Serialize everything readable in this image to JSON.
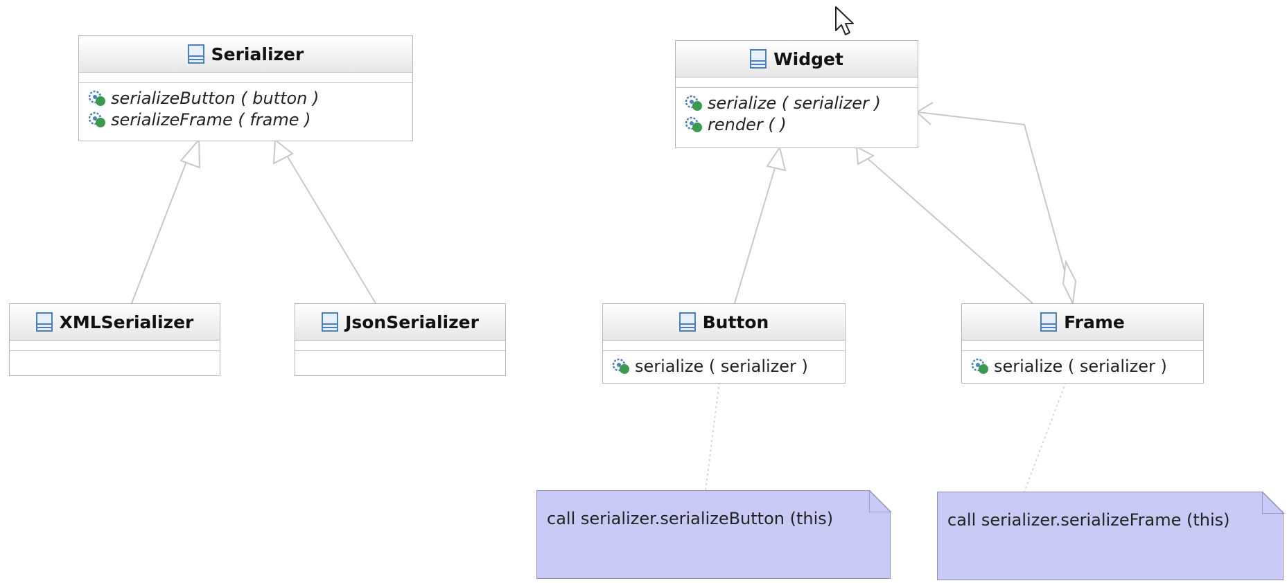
{
  "colors": {
    "border": "#b8b8b8",
    "note_fill": "#c9c9f5",
    "note_border": "#8f8fb8",
    "relation_line": "#c8c8c8",
    "class_icon": "#4a7fc0",
    "operation_icon": "#3a9a50"
  },
  "icons": {
    "class": "class-icon",
    "operation": "public-operation-icon",
    "pointer": "mouse-pointer-icon"
  },
  "classes": {
    "serializer": {
      "name": "Serializer",
      "operations": [
        "serializeButton ( button )",
        "serializeFrame ( frame )"
      ]
    },
    "xml_serializer": {
      "name": "XMLSerializer"
    },
    "json_serializer": {
      "name": "JsonSerializer"
    },
    "widget": {
      "name": "Widget",
      "operations": [
        "serialize ( serializer )",
        "render ( )"
      ]
    },
    "button": {
      "name": "Button",
      "operations": [
        "serialize ( serializer )"
      ]
    },
    "frame": {
      "name": "Frame",
      "operations": [
        "serialize ( serializer )"
      ]
    }
  },
  "notes": {
    "button_note": "call serializer.serializeButton (this)",
    "frame_note": "call serializer.serializeFrame (this)"
  },
  "relations": [
    {
      "type": "generalization",
      "from": "XMLSerializer",
      "to": "Serializer"
    },
    {
      "type": "generalization",
      "from": "JsonSerializer",
      "to": "Serializer"
    },
    {
      "type": "generalization",
      "from": "Button",
      "to": "Widget"
    },
    {
      "type": "generalization",
      "from": "Frame",
      "to": "Widget"
    },
    {
      "type": "aggregation",
      "from": "Frame",
      "to": "Widget"
    },
    {
      "type": "note-link",
      "from": "Button",
      "to": "button_note"
    },
    {
      "type": "note-link",
      "from": "Frame",
      "to": "frame_note"
    }
  ]
}
